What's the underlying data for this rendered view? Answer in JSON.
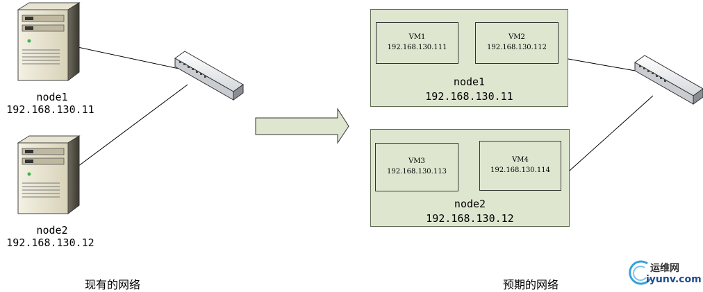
{
  "current": {
    "caption": "现有的网络",
    "node1": {
      "name": "node1",
      "ip": "192.168.130.11"
    },
    "node2": {
      "name": "node2",
      "ip": "192.168.130.12"
    }
  },
  "planned": {
    "caption": "预期的网络",
    "node1": {
      "name": "node1",
      "ip": "192.168.130.11",
      "vms": [
        {
          "name": "VM1",
          "ip": "192.168.130.111"
        },
        {
          "name": "VM2",
          "ip": "192.168.130.112"
        }
      ]
    },
    "node2": {
      "name": "node2",
      "ip": "192.168.130.12",
      "vms": [
        {
          "name": "VM3",
          "ip": "192.168.130.113"
        },
        {
          "name": "VM4",
          "ip": "192.168.130.114"
        }
      ]
    }
  },
  "watermark": {
    "top": "运维网",
    "bottom": "iyunv.com"
  },
  "icons": [
    "server-icon",
    "switch-icon",
    "arrow-right-icon",
    "logo-icon"
  ],
  "colors": {
    "host_fill": "#dfe6d0",
    "arrow_fill": "#dfe6d0",
    "line": "#000000"
  }
}
